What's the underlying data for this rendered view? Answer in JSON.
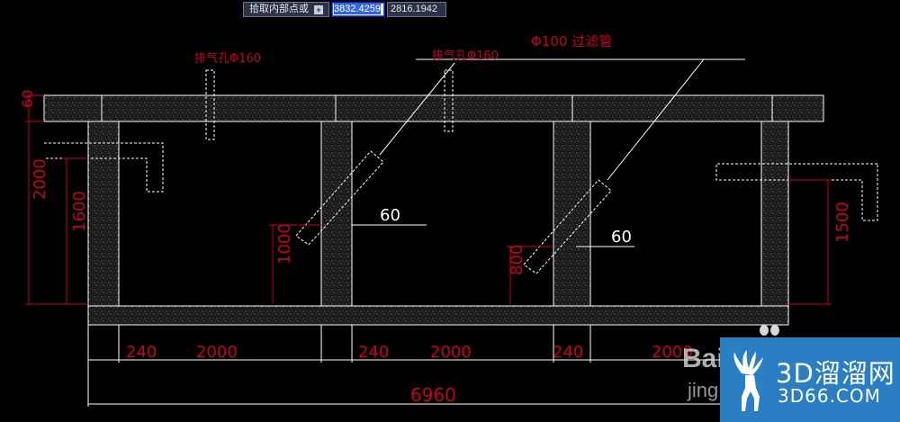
{
  "command_bar": {
    "prompt": "拾取内部点或",
    "icon": "+",
    "x_value": "3832.4259",
    "y_value": "2816.1942"
  },
  "labels": {
    "vent1": "排气孔Φ160",
    "vent2": "排气孔Φ160",
    "pipe": "Φ100 过滤管",
    "dim_60_top": "60",
    "dim_2000_left": "2000",
    "dim_1600": "1600",
    "dim_1000": "1000",
    "dim_800": "800",
    "dim_1500": "1500",
    "dim_60_mid1": "60",
    "dim_60_mid2": "60",
    "dim_240_a": "240",
    "dim_2000_a": "2000",
    "dim_240_b": "240",
    "dim_2000_b": "2000",
    "dim_240_c": "240",
    "dim_2000_c": "2000",
    "dim_total": "6960"
  },
  "watermark": {
    "baidu": "Bai",
    "jing": "jing",
    "brand": "3D溜溜网",
    "domain": "3D66.COM"
  },
  "colors": {
    "dim_red": "#c8001e",
    "line_white": "#ffffff",
    "concrete": "#2a2a2a",
    "brand_blue": "#2a7fc4"
  }
}
